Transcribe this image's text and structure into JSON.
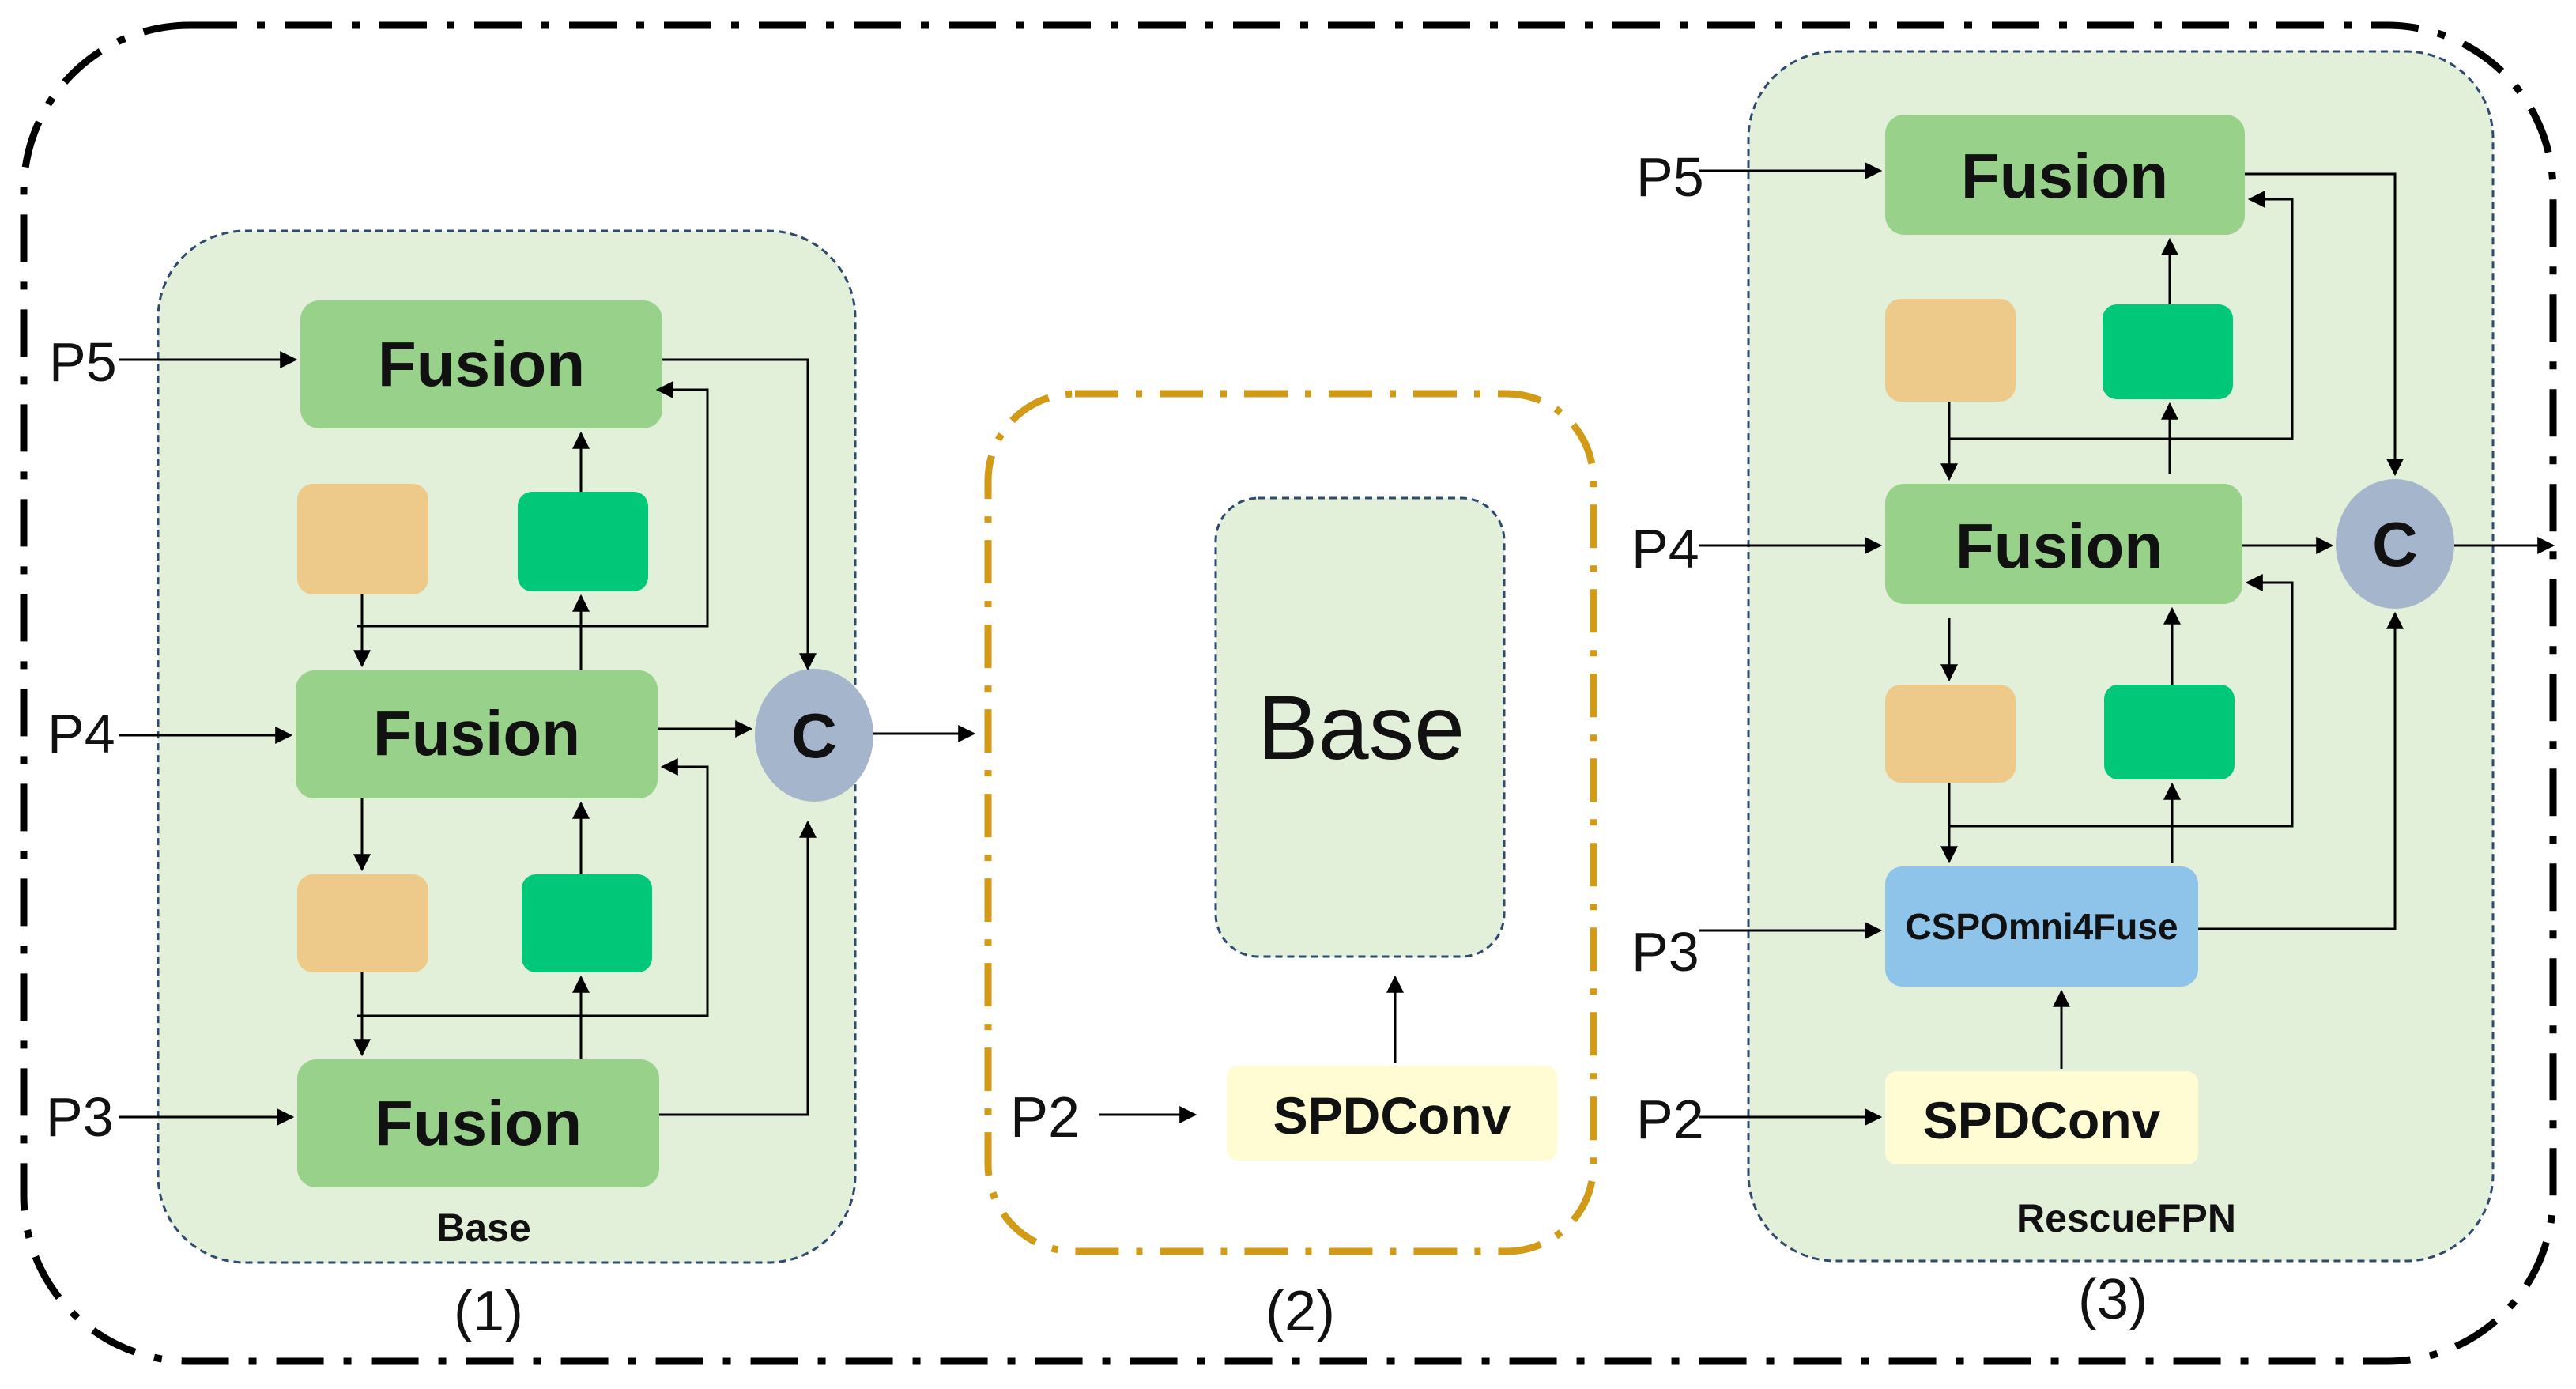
{
  "panel1": {
    "inputs": [
      "P5",
      "P4",
      "P3"
    ],
    "fusion_labels": [
      "Fusion",
      "Fusion",
      "Fusion"
    ],
    "concat_label": "C",
    "caption": "Base",
    "number": "(1)"
  },
  "panel2": {
    "input": "P2",
    "base_label": "Base",
    "spdconv_label": "SPDConv",
    "number": "(2)"
  },
  "panel3": {
    "inputs": [
      "P5",
      "P4",
      "P3",
      "P2"
    ],
    "fusion_labels": [
      "Fusion",
      "Fusion"
    ],
    "csp_label": "CSPOmni4Fuse",
    "spdconv_label": "SPDConv",
    "concat_label": "C",
    "caption": "RescueFPN",
    "number": "(3)"
  },
  "colors": {
    "panel_fill": "#e2efd9",
    "fusion": "#98d18a",
    "upsample_block": "#edc98a",
    "conv_block": "#00c878",
    "concat_circle": "#a5b5cb",
    "csp_block": "#8ec3ea",
    "spdconv_block": "#fffbd2",
    "dashed_border_panel2": "#d19a17"
  }
}
